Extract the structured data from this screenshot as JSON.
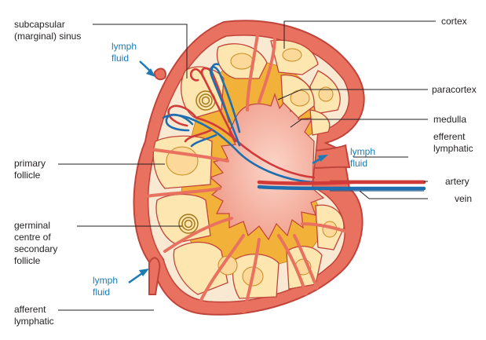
{
  "labels": {
    "subcapsular_sinus": "subcapsular\n(marginal) sinus",
    "cortex": "cortex",
    "paracortex": "paracortex",
    "medulla": "medulla",
    "efferent_lymphatic": "efferent\nlymphatic",
    "artery": "artery",
    "vein": "vein",
    "primary_follicle": "primary\nfollicle",
    "germinal_centre": "germinal\ncentre of\nsecondary\nfollicle",
    "afferent_lymphatic": "afferent\nlymphatic",
    "lymph_fluid_top": "lymph\nfluid",
    "lymph_fluid_right": "lymph\nfluid",
    "lymph_fluid_bottom": "lymph\nfluid"
  },
  "colors": {
    "capsule": "#e8725f",
    "capsule_edge": "#c1443a",
    "sinus": "#f9e8d2",
    "follicle": "#fde6b0",
    "paracortex": "#f2b23a",
    "medulla": "#f3a593",
    "artery": "#d23a3a",
    "vein": "#1f6fb0",
    "annotation_blue": "#1b7bb6",
    "leader_line": "#231f20"
  }
}
